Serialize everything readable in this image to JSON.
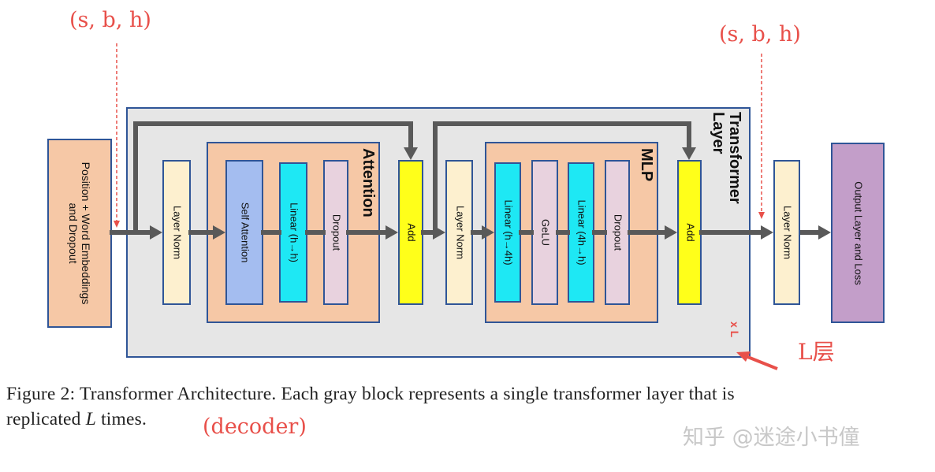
{
  "annotations": {
    "input_shape": "(s, b, h)",
    "output_shape": "(s, b, h)",
    "layer_count": "L层",
    "decoder": "(decoder)",
    "repeat": "x L"
  },
  "blocks": {
    "embeddings": "Position + Word Embeddings and Dropout",
    "layer_norm_1": "Layer Norm",
    "attention_title": "Attention",
    "self_attention": "Self Attention",
    "linear_hh": "Linear (h→h)",
    "dropout_1": "Dropout",
    "add_1": "Add",
    "layer_norm_2": "Layer Norm",
    "mlp_title": "MLP",
    "linear_h4h": "Linear (h→4h)",
    "gelu": "GeLU",
    "linear_4hh": "Linear (4h→h)",
    "dropout_2": "Dropout",
    "add_2": "Add",
    "transformer_layer_title": "Transformer Layer",
    "layer_norm_final": "Layer Norm",
    "output_layer": "Output Layer and Loss"
  },
  "caption": {
    "line1": "Figure 2: Transformer Architecture. Each gray block represents a single transformer layer that is",
    "line2_prefix": "replicated ",
    "line2_var": "L",
    "line2_suffix": " times."
  },
  "watermark": "知乎 @迷途小书僮",
  "colors": {
    "layer_bg": "#e6e6e6",
    "peach": "#f6c8a6",
    "cream": "#fdf0cf",
    "blue": "#a4bdf0",
    "cyan": "#1ee8f4",
    "pink": "#e8d2de",
    "yellow": "#ffff1a",
    "purple": "#c39ec9",
    "arrow": "#595959",
    "annotation_red": "#e8504a"
  }
}
